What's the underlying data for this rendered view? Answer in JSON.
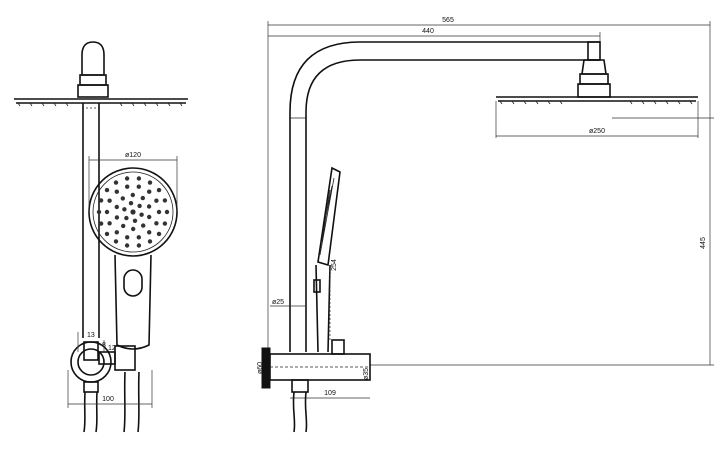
{
  "dimensions": {
    "overall_width": "565",
    "arm_length": "440",
    "head_diameter": "ø250",
    "hand_diameter": "ø120",
    "height": "445",
    "handle_length": "254",
    "pipe_diameter": "ø25",
    "wall_plate": "ø60",
    "base_diameter": "ø35",
    "valve_offset": "109",
    "bracket_width": "100",
    "bracket_a": "13",
    "bracket_b": "8",
    "bracket_c": "12"
  },
  "colors": {
    "line": "#111111",
    "background": "#ffffff"
  }
}
